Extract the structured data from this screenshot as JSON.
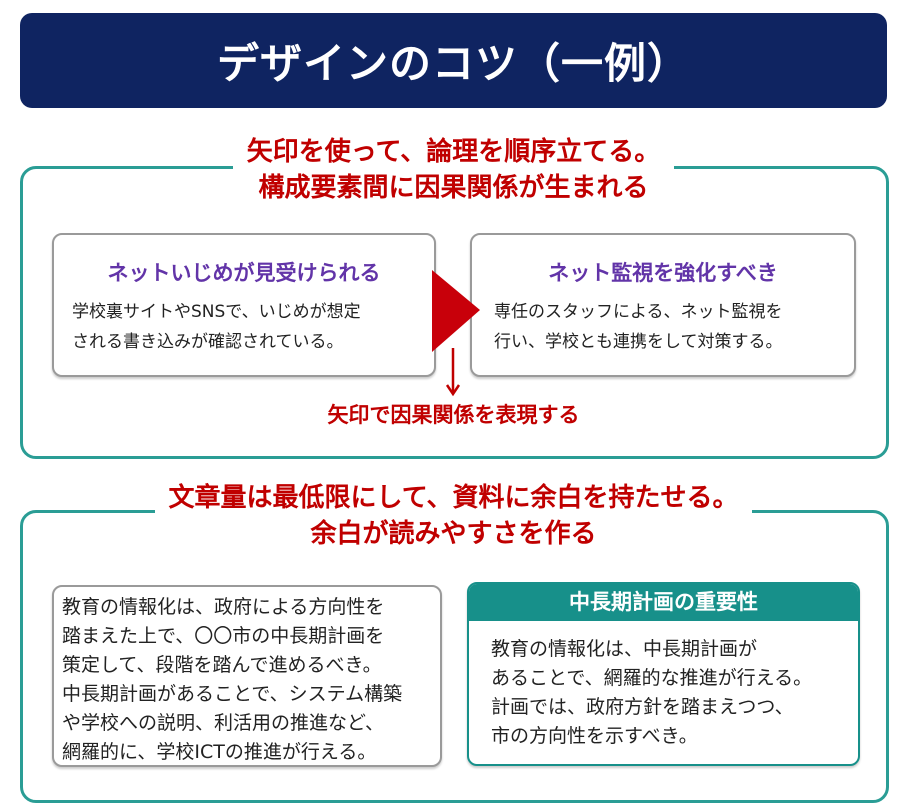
{
  "title": "デザインのコツ（一例）",
  "section1": {
    "heading": [
      "矢印を使って、論理を順序立てる。",
      "構成要素間に因果関係が生まれる"
    ],
    "left_box": {
      "title": "ネットいじめが見受けられる",
      "lines": [
        "学校裏サイトやSNSで、いじめが想定",
        "される書き込みが確認されている。"
      ]
    },
    "right_box": {
      "title": "ネット監視を強化すべき",
      "lines": [
        "専任のスタッフによる、ネット監視を",
        "行い、学校とも連携をして対策する。"
      ]
    },
    "caption": "矢印で因果関係を表現する"
  },
  "section2": {
    "heading": [
      "文章量は最低限にして、資料に余白を持たせる。",
      "余白が読みやすさを作る"
    ],
    "left_box": {
      "lines": [
        "教育の情報化は、政府による方向性を",
        "踏まえた上で、〇〇市の中長期計画を",
        "策定して、段階を踏んで進めるべき。",
        "中長期計画があることで、システム構築",
        "や学校への説明、利活用の推進など、",
        "網羅的に、学校ICTの推進が行える。"
      ]
    },
    "right_box": {
      "title": "中長期計画の重要性",
      "lines": [
        "教育の情報化は、中長期計画が",
        "あることで、網羅的な推進が行える。",
        "計画では、政府方針を踏まえつつ、",
        "市の方向性を示すべき。"
      ]
    }
  },
  "colors": {
    "navy": "#0f2461",
    "teal": "#2a9d95",
    "red": "#c00000",
    "purple": "#6234a8"
  }
}
